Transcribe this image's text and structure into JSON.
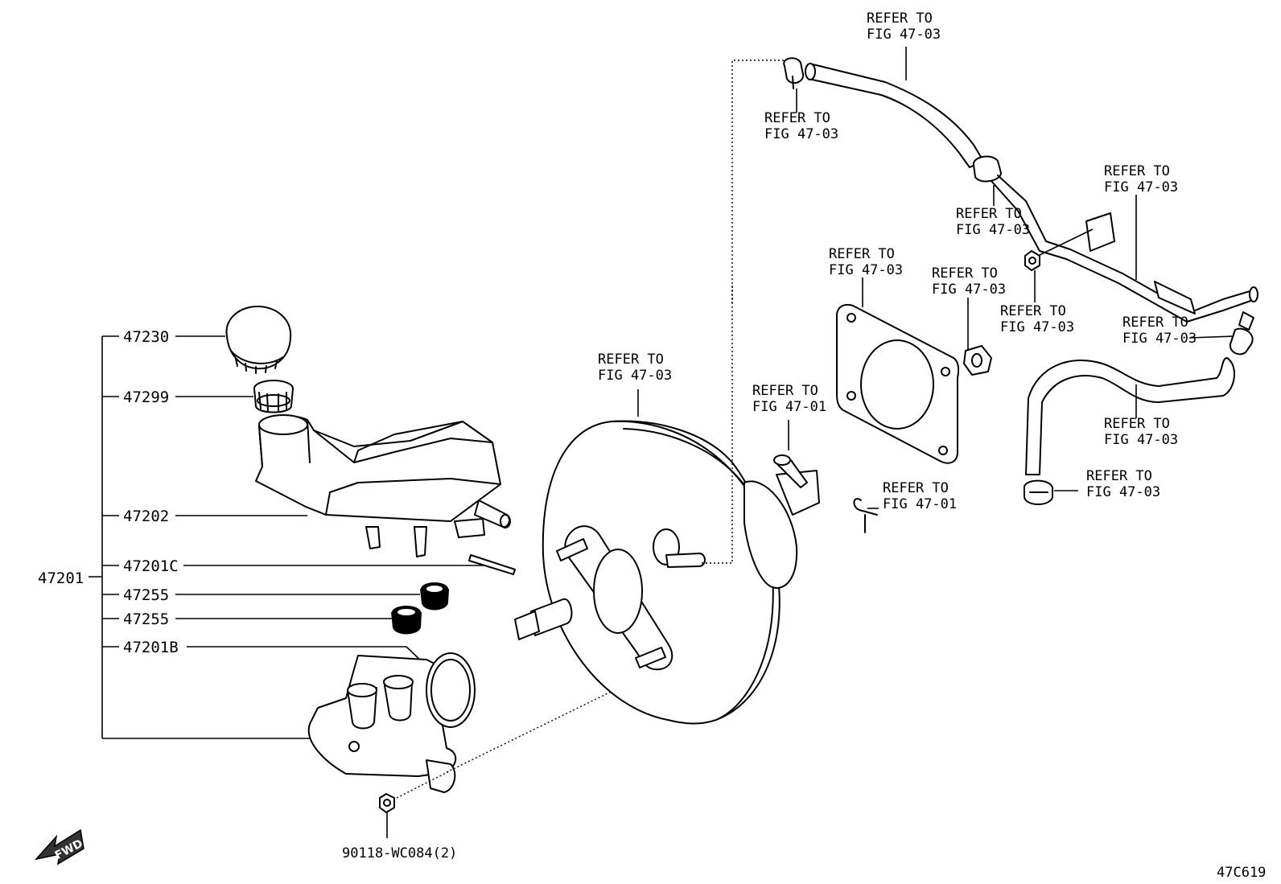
{
  "parts": {
    "p47201": "47201",
    "p47230": "47230",
    "p47299": "47299",
    "p47202": "47202",
    "p47201c": "47201C",
    "p47255a": "47255",
    "p47255b": "47255",
    "p47201b": "47201B",
    "p90118": "90118-WC084(2)"
  },
  "refs": [
    {
      "line1": "REFER TO",
      "line2": "FIG 47-03"
    },
    {
      "line1": "REFER TO",
      "line2": "FIG 47-03"
    },
    {
      "line1": "REFER TO",
      "line2": "FIG 47-03"
    },
    {
      "line1": "REFER TO",
      "line2": "FIG 47-03"
    },
    {
      "line1": "REFER TO",
      "line2": "FIG 47-03"
    },
    {
      "line1": "REFER TO",
      "line2": "FIG 47-03"
    },
    {
      "line1": "REFER TO",
      "line2": "FIG 47-03"
    },
    {
      "line1": "REFER TO",
      "line2": "FIG 47-03"
    },
    {
      "line1": "REFER TO",
      "line2": "FIG 47-03"
    },
    {
      "line1": "REFER TO",
      "line2": "FIG 47-03"
    },
    {
      "line1": "REFER TO",
      "line2": "FIG 47-03"
    },
    {
      "line1": "REFER TO",
      "line2": "FIG 47-01"
    },
    {
      "line1": "REFER TO",
      "line2": "FIG 47-01"
    }
  ],
  "fwd": "FWD",
  "figure_code": "47C619"
}
